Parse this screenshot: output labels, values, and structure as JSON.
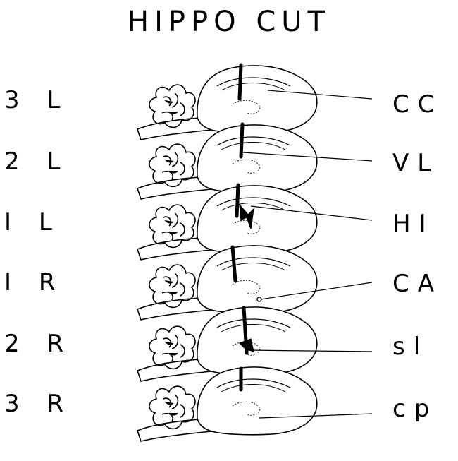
{
  "title": "HIPPO CUT",
  "left_labels": [
    "3 L",
    "2 L",
    "I L",
    "I R",
    "2 R",
    "3 R"
  ],
  "right_labels": [
    "CC",
    "VL",
    "HI",
    "CA",
    "sl",
    "cp"
  ]
}
